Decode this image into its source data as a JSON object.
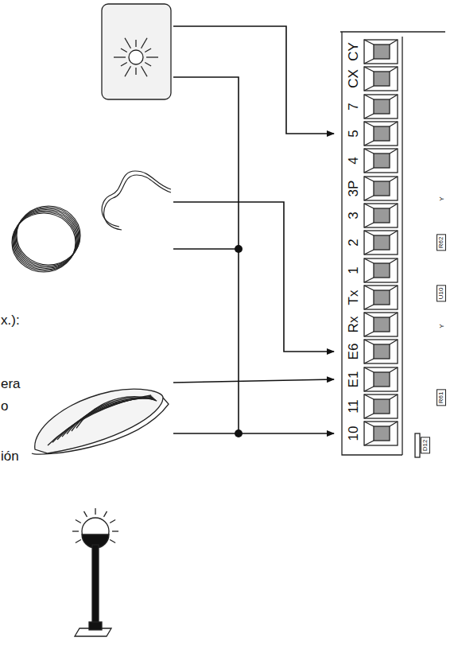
{
  "diagram": {
    "labels": [
      "CY",
      "CX",
      "7",
      "5",
      "4",
      "3P",
      "3",
      "2",
      "1",
      "Tx",
      "Rx",
      "E6",
      "E1",
      "11",
      "10",
      "R62",
      "U10",
      "R61",
      "D12",
      "Y",
      "Y",
      "x.):",
      "era",
      "o",
      "ión"
    ]
  }
}
